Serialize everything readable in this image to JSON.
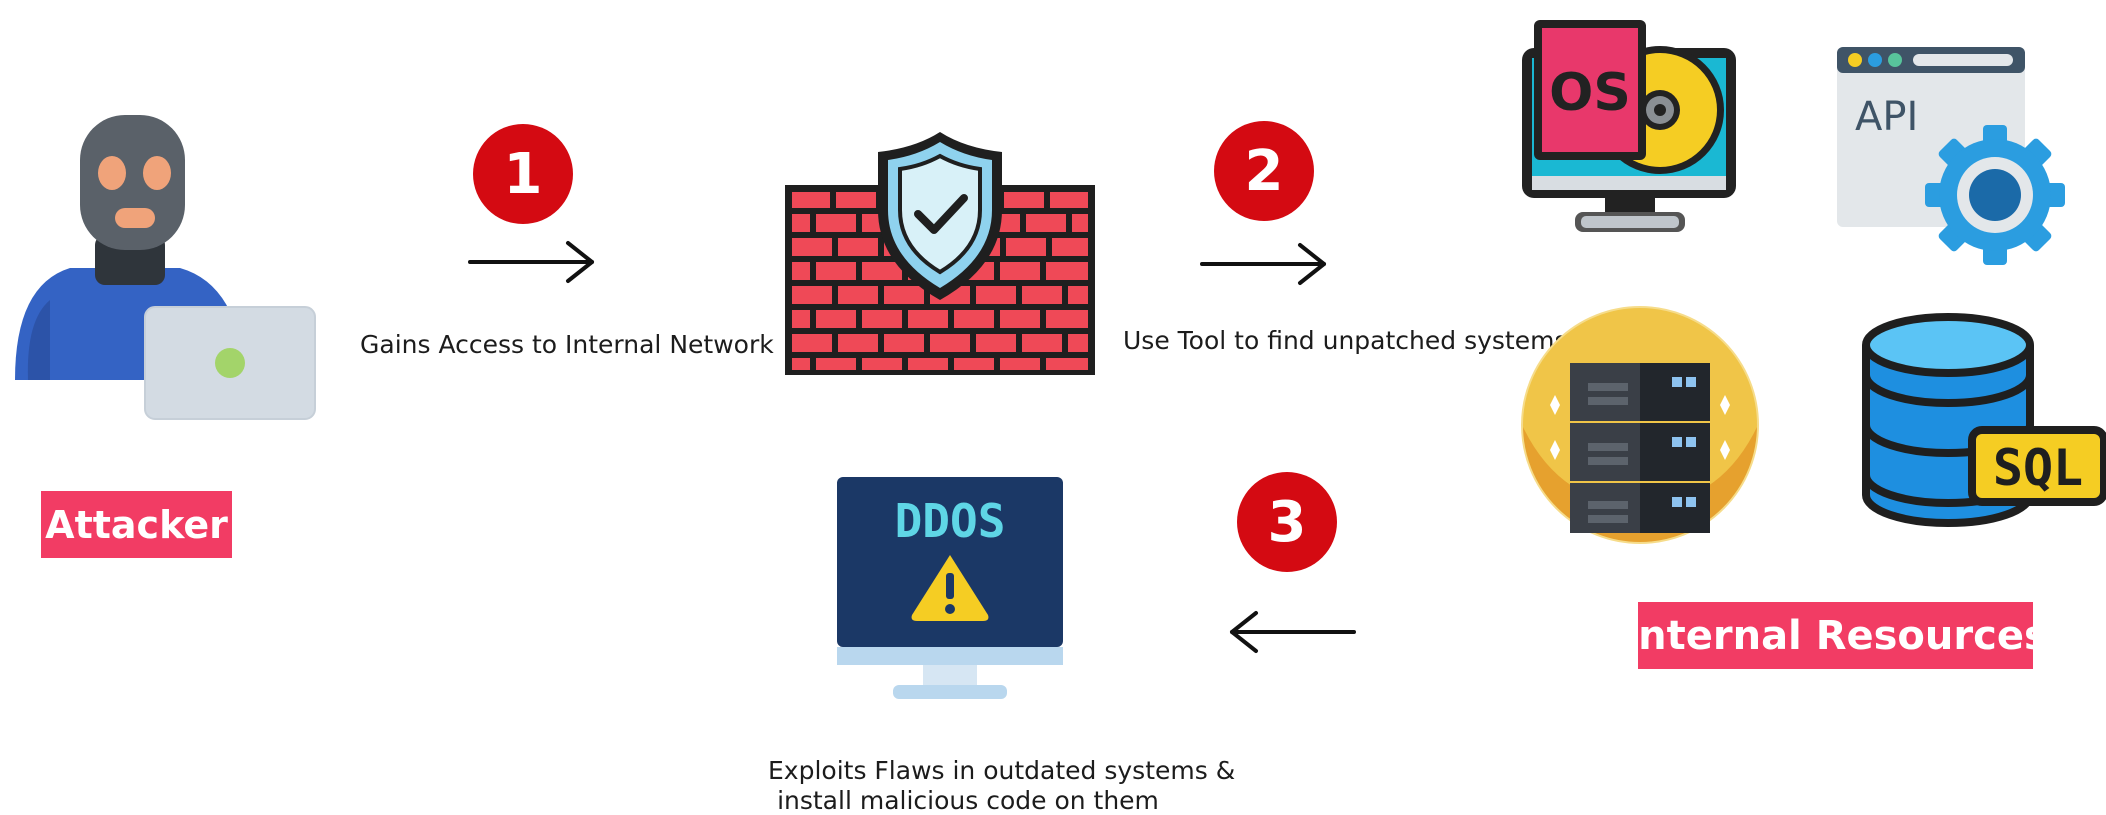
{
  "labels": {
    "attacker": "Attacker",
    "internal_resources": "Internal Resources"
  },
  "steps": [
    {
      "number": "1",
      "caption": "Gains Access to Internal Network"
    },
    {
      "number": "2",
      "caption": "Use Tool to find unpatched systems"
    },
    {
      "number": "3",
      "caption_line1": "Exploits Flaws in outdated systems &",
      "caption_line2": "install malicious code on them"
    }
  ],
  "icons": {
    "os_text": "OS",
    "api_text": "API",
    "sql_text": "SQL",
    "ddos_text": "DDOS"
  }
}
